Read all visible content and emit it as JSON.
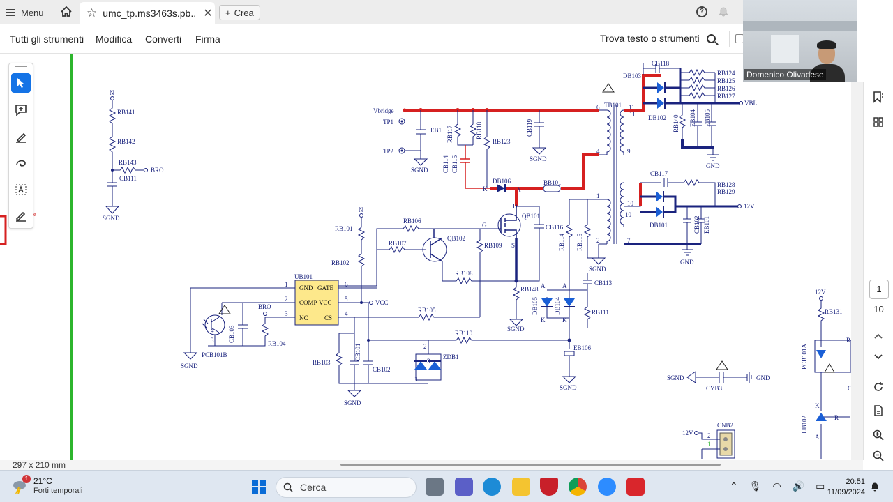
{
  "browser": {
    "menu_label": "Menu",
    "tab_title": "umc_tp.ms3463s.pb...",
    "new_tab_label": "Crea"
  },
  "toolbar": {
    "items": [
      "Tutti gli strumenti",
      "Modifica",
      "Converti",
      "Firma"
    ],
    "find_label": "Trova testo o strumenti"
  },
  "left_tools": [
    "select-cursor-icon",
    "add-comment-icon",
    "highlight-pen-icon",
    "draw-freehand-icon",
    "text-select-icon",
    "sign-icon"
  ],
  "right_panel": {
    "current_page": "1",
    "total_pages": "10"
  },
  "status": {
    "page_size": "297 x 210 mm"
  },
  "webcam": {
    "participant_name": "Domenico Olivadese"
  },
  "schematic": {
    "labels": {
      "n1": "N",
      "rb141": "RB141",
      "rb142": "RB142",
      "rb143": "RB143",
      "bro1": "BRO",
      "cb111": "CB111",
      "sgnd1": "SGND",
      "vbridge": "Vbridge",
      "tp1": "TP1",
      "tp2": "TP2",
      "eb1": "EB1",
      "sgnd2": "SGND",
      "rb117": "RB117",
      "rb118": "RB118",
      "rb123": "RB123",
      "cb114": "CB114",
      "cb115": "CB115",
      "cb119": "CB119",
      "sgnd3": "SGND",
      "db106": "DB106",
      "k1": "K",
      "a1": "A",
      "bb101": "BB101",
      "tb101": "TB101",
      "p6": "6",
      "p4": "4",
      "p1": "1",
      "p2": "2",
      "p11": "11",
      "p11b": "11",
      "p9": "9",
      "p10": "10",
      "p10b": "10",
      "p7": "7",
      "db103": "DB103",
      "cb118": "CB118",
      "db102": "DB102",
      "rb124": "RB124",
      "rb125": "RB125",
      "rb126": "RB126",
      "rb127": "RB127",
      "rb140": "RB140",
      "eb104": "EB104",
      "eb105": "EB105",
      "vbl": "VBL",
      "gnd1": "GND",
      "cb117": "CB117",
      "rb128": "RB128",
      "rb129": "RB129",
      "v12": "12V",
      "db101": "DB101",
      "cb102": "CB102",
      "eb101": "EB101",
      "gnd2": "GND",
      "n2": "N",
      "rb101": "RB101",
      "rb102": "RB102",
      "rb106": "RB106",
      "rb107": "RB107",
      "qb102": "QB102",
      "g": "G",
      "qb101": "QB101",
      "cb116": "CB116",
      "d": "D",
      "s": "S",
      "rb109": "RB109",
      "rb108": "RB108",
      "rb148": "RB148",
      "sgnd4": "SGND",
      "rb114": "RB114",
      "rb115": "RB115",
      "sgnd5": "SGND",
      "cb113": "CB113",
      "db105": "DB105",
      "db104": "DB104",
      "rb111": "RB111",
      "a2": "A",
      "a3": "A",
      "k2": "K",
      "k3": "K",
      "ub101": "UB101",
      "gnd_pin": "GND",
      "gate": "GATE",
      "comp": "COMP",
      "vcc_pin": "VCC",
      "nc": "NC",
      "cs": "CS",
      "pin1": "1",
      "pin2": "2",
      "pin3": "3",
      "pin6": "6",
      "pin5": "5",
      "pin4": "4",
      "vcc": "VCC",
      "bro2": "BRO",
      "cb103": "CB103",
      "rb104": "RB104",
      "pcb101b": "PCB101B",
      "sgnd6": "SGND",
      "q4": "4",
      "q3": "3",
      "rb105": "RB105",
      "rb110": "RB110",
      "eb106": "EB106",
      "sgnd7": "SGND",
      "rb103": "RB103",
      "cb101": "CB101",
      "cb102b": "CB102",
      "zdb1": "ZDB1",
      "z1": "1",
      "z2": "2",
      "z3": "3",
      "sgnd8": "SGND",
      "sgnd9": "SGND",
      "cyb3": "CYB3",
      "gnd3": "GND",
      "v12b": "12V",
      "rb131": "RB131",
      "pcb101a": "PCB101A",
      "r_cut": "R",
      "c_cut": "C",
      "ub102": "UB102",
      "k4": "K",
      "r2": "R",
      "a4": "A",
      "cnb2": "CNB2",
      "v12c": "12V",
      "c2": "2",
      "c1": "1"
    }
  }
}
